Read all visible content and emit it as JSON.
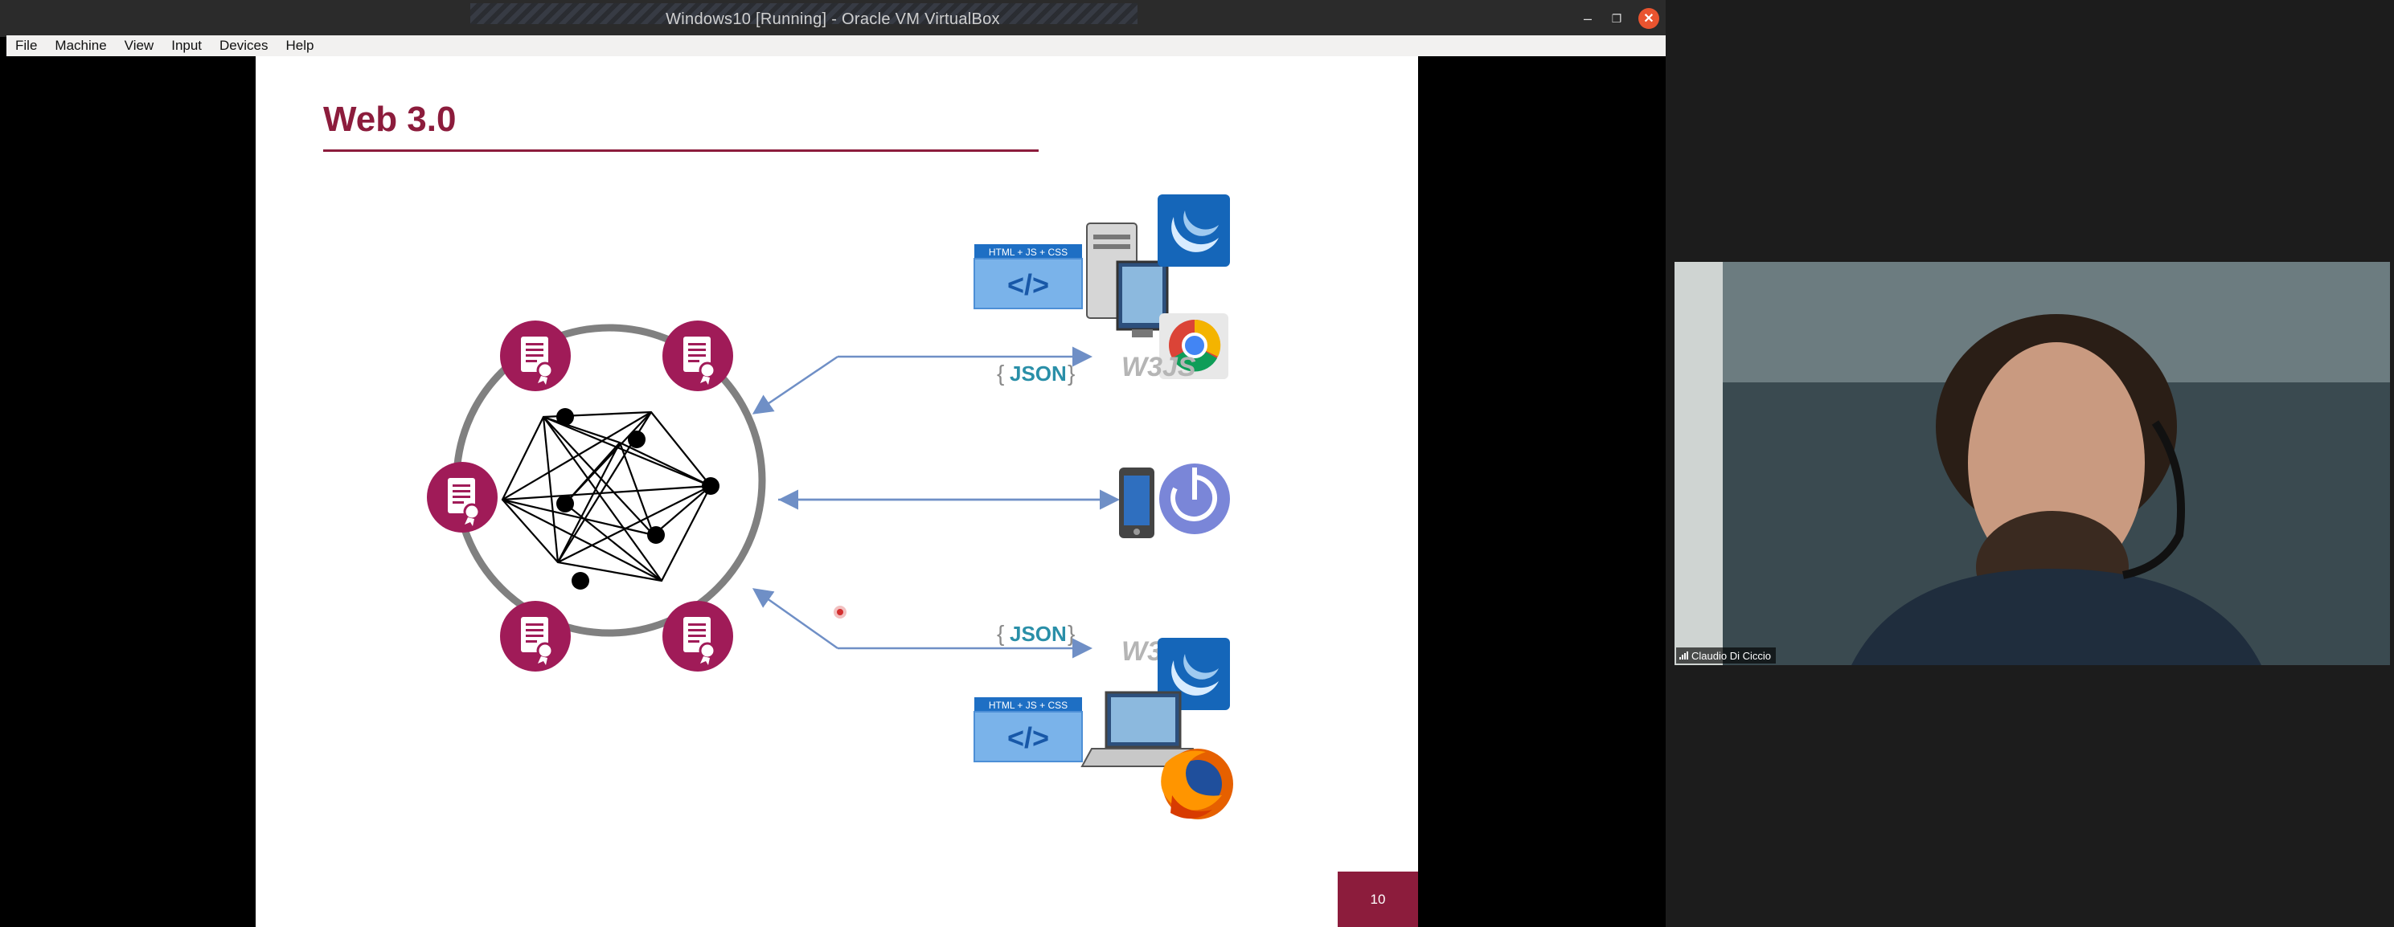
{
  "window": {
    "title": "Windows10 [Running] - Oracle VM VirtualBox",
    "minimize": "–",
    "maximize": "❐",
    "close": "✕"
  },
  "menu": [
    "File",
    "Machine",
    "View",
    "Input",
    "Devices",
    "Help"
  ],
  "slide": {
    "title": "Web 3.0",
    "page_number": "10",
    "colors": {
      "accent": "#8c1c3c",
      "contract": "#a01b58",
      "arrow": "#6f8fc6",
      "ring": "#808080"
    },
    "top_client": {
      "tag": "HTML + JS + CSS",
      "code": "</>",
      "json": "JSON",
      "lib": "W3JS"
    },
    "bottom_client": {
      "tag": "HTML + JS + CSS",
      "code": "</>",
      "json": "JSON",
      "lib": "W3JS"
    },
    "icons": [
      "contract-icon",
      "blockchain-network-icon",
      "desktop-computer-icon",
      "jquery-icon",
      "chrome-icon",
      "smartphone-icon",
      "dapp-icon",
      "laptop-icon",
      "firefox-icon"
    ]
  },
  "participant": {
    "name": "Claudio Di Ciccio"
  }
}
